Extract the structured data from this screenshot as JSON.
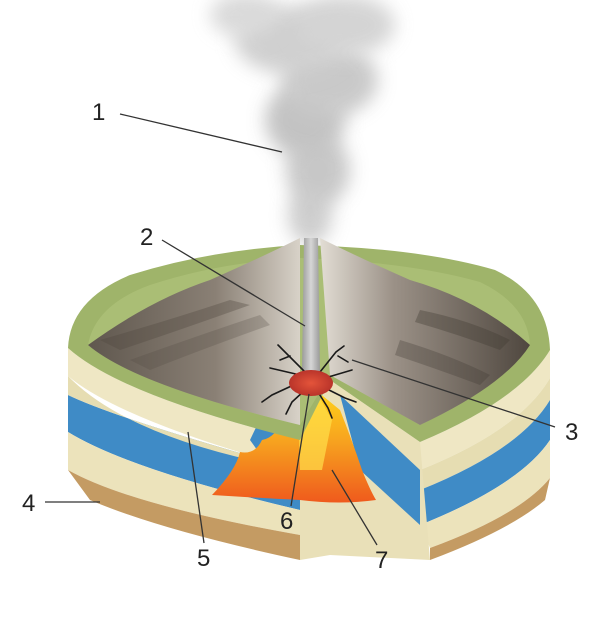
{
  "diagram": {
    "subject": "volcano-cross-section",
    "callouts": [
      {
        "id": "1",
        "text": "1",
        "part": "ash-plume"
      },
      {
        "id": "2",
        "text": "2",
        "part": "vent"
      },
      {
        "id": "3",
        "text": "3",
        "part": "cone"
      },
      {
        "id": "4",
        "text": "4",
        "part": "bedrock-layer"
      },
      {
        "id": "5",
        "text": "5",
        "part": "water-layer"
      },
      {
        "id": "6",
        "text": "6",
        "part": "contact-zone"
      },
      {
        "id": "7",
        "text": "7",
        "part": "magma-chamber"
      }
    ]
  },
  "colors": {
    "smoke": "#bdbdbd",
    "grass_rim": "#9fb46a",
    "cone_dark": "#5a5149",
    "cone_light": "#c9c2b6",
    "vent": "#a9a9a9",
    "cream_layer": "#ece4bd",
    "water_layer": "#3f8bc6",
    "bedrock": "#c49b63",
    "magma_orange": "#f28a1c",
    "magma_yellow": "#ffd21a",
    "contact_red": "#c8392b"
  }
}
